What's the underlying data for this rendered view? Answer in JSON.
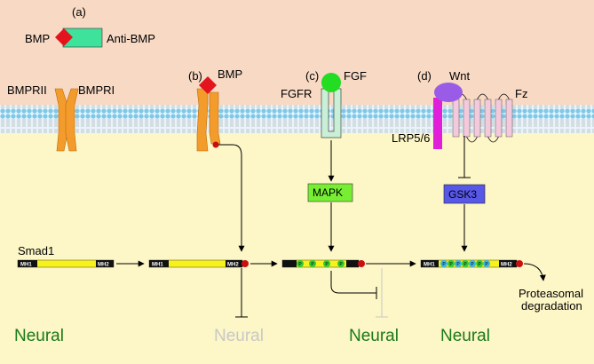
{
  "colors": {
    "extracellular": "#f7d9c4",
    "cytoplasm": "#fdf6c6",
    "membrane_head": "#7fc8e8",
    "receptor_orange": "#f39c2c",
    "bmp_red": "#e3141e",
    "anti_bmp_green": "#3ee29b",
    "fgf_green": "#22dd22",
    "fgfr_fill": "#c9f0d6",
    "wnt_purple": "#9a5ce6",
    "lrp_magenta": "#e21fd8",
    "fz_pink": "#f3c9dc",
    "mapk_green": "#77ee33",
    "gsk3_blue": "#5757e8",
    "smad_yellow": "#f6f21a",
    "neural_green": "#1a7a1a",
    "neural_gray": "#c8c8c8",
    "p_green": "#33cc33",
    "p_blue": "#3ab5e8"
  },
  "panel_a": {
    "label": "(a)",
    "bmp": "BMP",
    "anti_bmp": "Anti-BMP"
  },
  "receptors": {
    "bmpr2": "BMPRII",
    "bmpr1": "BMPRI"
  },
  "panel_b": {
    "label": "(b)",
    "bmp": "BMP"
  },
  "panel_c": {
    "label": "(c)",
    "fgf": "FGF",
    "fgfr": "FGFR",
    "mapk": "MAPK"
  },
  "panel_d": {
    "label": "(d)",
    "wnt": "Wnt",
    "fz": "Fz",
    "lrp": "LRP5/6",
    "gsk3": "GSK3"
  },
  "smad": {
    "name": "Smad1",
    "mh1": "MH1",
    "mh2": "MH2",
    "phospho": "P"
  },
  "outcomes": {
    "neural_1": "Neural",
    "neural_2": "Neural",
    "neural_3": "Neural",
    "neural_4": "Neural",
    "degradation": "Proteasomal degradation"
  }
}
